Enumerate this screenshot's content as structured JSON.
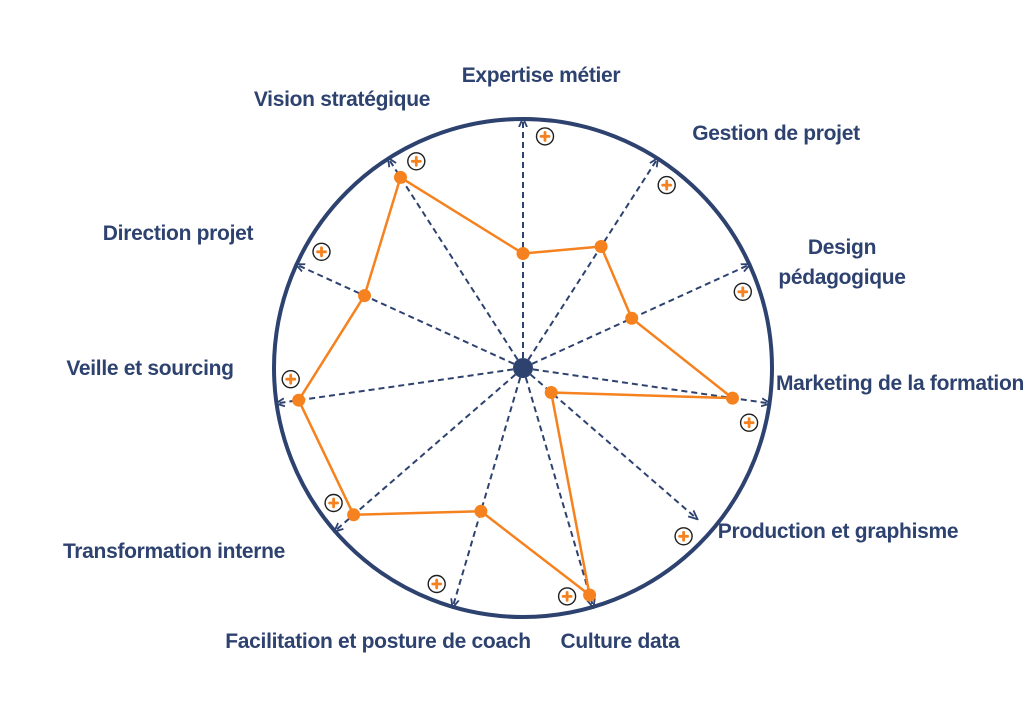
{
  "chart_data": {
    "type": "radar",
    "title": "",
    "axes": [
      "Expertise métier",
      "Gestion de projet",
      [
        "Design",
        "pédagogique"
      ],
      "Marketing de la formation",
      "Production et graphisme",
      "Culture data",
      "Facilitation et posture de coach",
      "Transformation interne",
      "Veille et sourcing",
      "Direction projet",
      "Vision stratégique"
    ],
    "series": [
      {
        "values": [
          0.46,
          0.58,
          0.48,
          0.85,
          0.15,
          0.95,
          0.6,
          0.9,
          0.91,
          0.7,
          0.91
        ]
      }
    ],
    "range": [
      0,
      1
    ],
    "grid": false,
    "legend": "none",
    "colors": {
      "ring": "#2e4270",
      "axis": "#2e4270",
      "series": "#f5821f",
      "label": "#2e4270",
      "plus_badge_ring": "#1f1f1f",
      "plus_badge_fill": "#f5821f"
    },
    "icons": {
      "axis_end_badge": "plus-in-circle-icon",
      "center": "center-dot"
    }
  }
}
